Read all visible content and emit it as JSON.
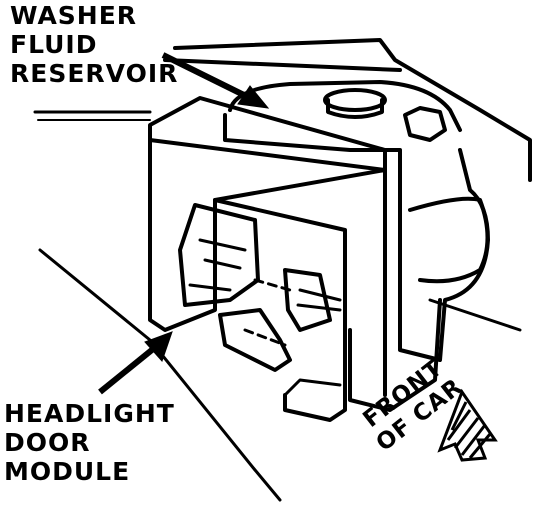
{
  "labels": {
    "washer_fluid_reservoir": [
      "WASHER",
      "FLUID",
      "RESERVOIR"
    ],
    "headlight_door_module": [
      "HEADLIGHT",
      "DOOR",
      "MODULE"
    ],
    "front_of_car": [
      "FRONT",
      "OF CAR"
    ]
  },
  "colors": {
    "ink": "#000000",
    "paper": "#ffffff"
  }
}
